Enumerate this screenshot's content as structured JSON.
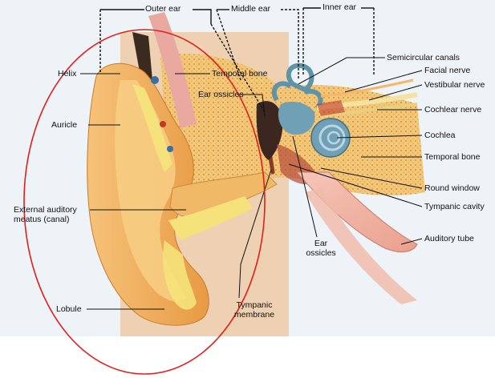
{
  "regions": {
    "outer_ear": "Outer ear",
    "middle_ear": "Middle ear",
    "inner_ear": "Inner ear"
  },
  "labels": {
    "helix": "Helix",
    "auricle": "Auricle",
    "external_auditory_meatus": "External auditory meatus (canal)",
    "lobule": "Lobule",
    "temporal_bone_left": "Temporal bone",
    "ear_ossicles_top": "Ear ossicles",
    "tympanic_membrane": "Tympanic membrane",
    "ear_ossicles_bottom": "Ear ossicles",
    "semicircular_canals": "Semicircular canals",
    "facial_nerve": "Facial nerve",
    "vestibular_nerve": "Vestibular nerve",
    "cochlear_nerve": "Cochlear nerve",
    "cochlea": "Cochlea",
    "temporal_bone_right": "Temporal bone",
    "round_window": "Round window",
    "tympanic_cavity": "Tympanic cavity",
    "auditory_tube": "Auditory tube"
  },
  "colors": {
    "skin": "#f2b15c",
    "skin_light": "#f7cf85",
    "cartilage": "#f5e27a",
    "bone": "#f3c77a",
    "bone_dot": "#d7932f",
    "inner_ear": "#6fa0b5",
    "annotation_circle": "#e0201a"
  }
}
